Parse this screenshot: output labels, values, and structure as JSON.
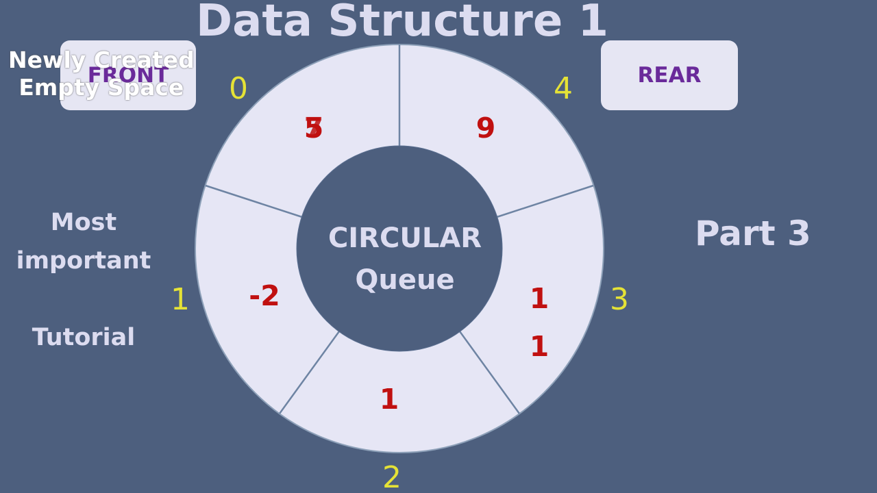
{
  "title": "Data Structure 1",
  "part": "Part 3",
  "side_lines": [
    "Most",
    "important",
    "Tutorial"
  ],
  "front_label": "FRONT",
  "rear_label": "REAR",
  "overlay_lines": [
    "Newly Created",
    "Empty Space"
  ],
  "center_lines": [
    "CIRCULAR",
    "Queue"
  ],
  "slots": [
    {
      "index": "0",
      "values": [
        "5",
        "7"
      ]
    },
    {
      "index": "4",
      "values": [
        "9"
      ]
    },
    {
      "index": "3",
      "values": [
        "1",
        "1"
      ]
    },
    {
      "index": "2",
      "values": [
        "1"
      ]
    },
    {
      "index": "1",
      "values": [
        "-2"
      ]
    }
  ],
  "colors": {
    "background": "#4d5f7e",
    "ring_fill": "#e6e6f5",
    "index_color": "#e5e236",
    "value_color": "#c01010",
    "box_text": "#6a2a9a"
  }
}
